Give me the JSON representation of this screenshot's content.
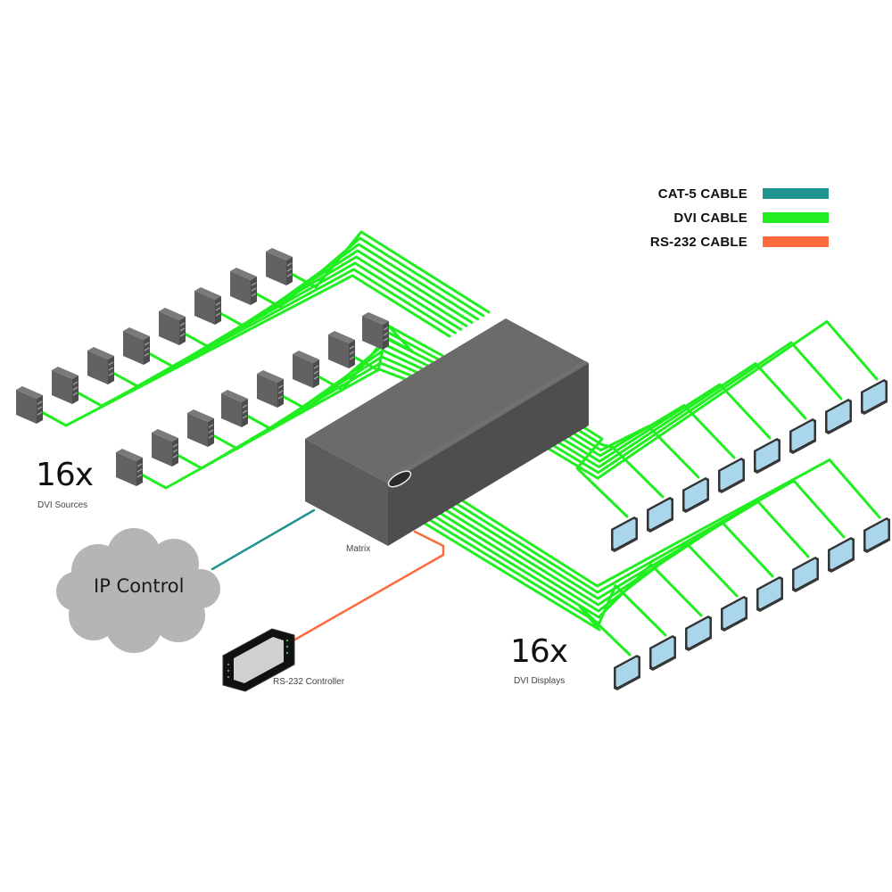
{
  "legend": {
    "items": [
      {
        "label": "CAT-5 CABLE",
        "color": "#1f9490"
      },
      {
        "label": "DVI CABLE",
        "color": "#21ee21"
      },
      {
        "label": "RS-232 CABLE",
        "color": "#ff6a3a"
      }
    ]
  },
  "sources": {
    "count_label": "16x",
    "caption": "DVI Sources",
    "count": 16
  },
  "displays": {
    "count_label": "16x",
    "caption": "DVI Displays",
    "count": 16
  },
  "matrix": {
    "caption": "Matrix"
  },
  "ip_control": {
    "label": "IP Control"
  },
  "rs232_controller": {
    "caption": "RS-232 Controller"
  },
  "colors": {
    "dvi": "#21ee21",
    "cat5": "#1f9490",
    "rs232": "#ff6a3a",
    "matrix_top": "#6b6b69",
    "matrix_front": "#5c5c5a",
    "matrix_side": "#4e4e4c",
    "tower": "#626262",
    "screen": "#a9d6ea",
    "cloud": "#b5b5b5"
  }
}
